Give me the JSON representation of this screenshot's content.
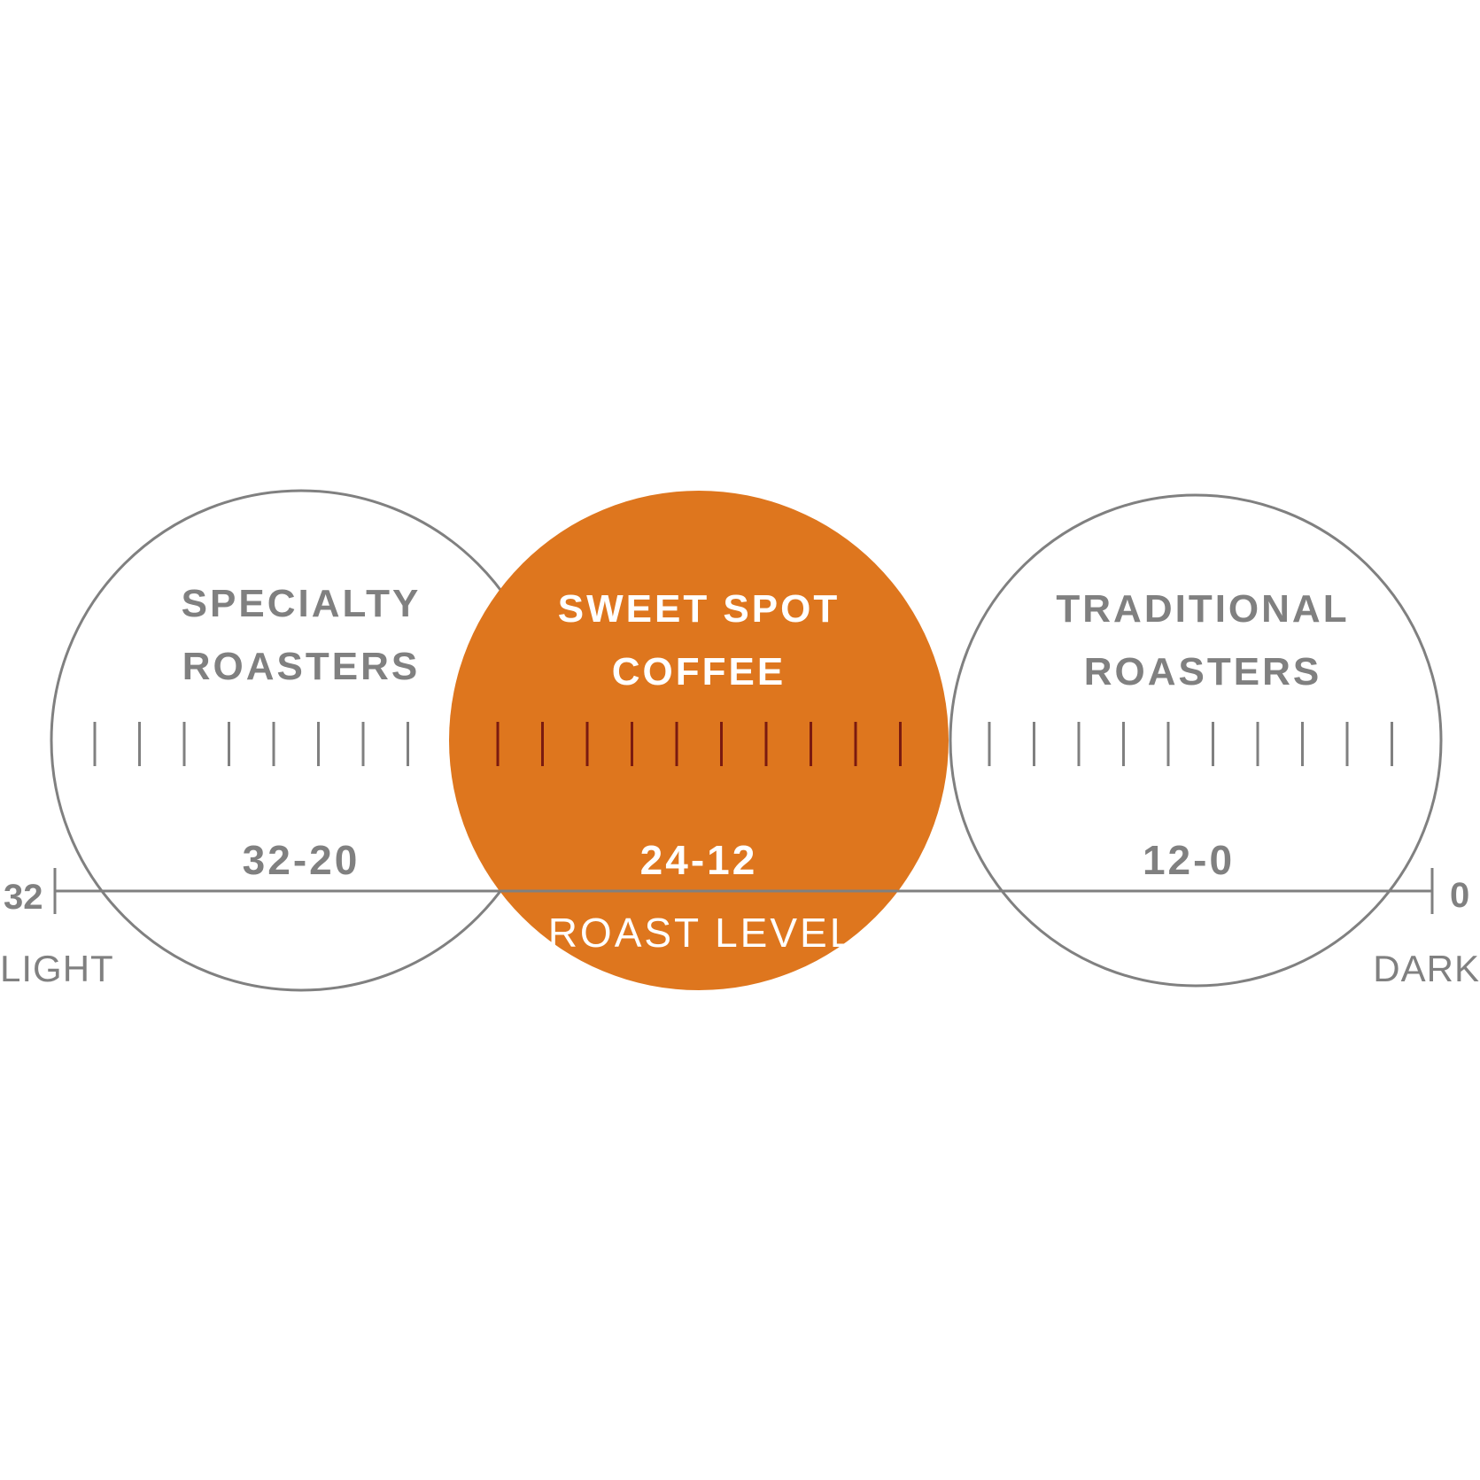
{
  "colors": {
    "gray": "#808080",
    "accent": "#DE761E",
    "accent_tick": "#7A1A10",
    "white": "#ffffff"
  },
  "circles": [
    {
      "id": "specialty",
      "title_line1": "SPECIALTY",
      "title_line2": "ROASTERS",
      "range": "32-20",
      "filled": false,
      "ticks": 8
    },
    {
      "id": "sweet-spot",
      "title_line1": "SWEET SPOT",
      "title_line2": "COFFEE",
      "range": "24-12",
      "filled": true,
      "ticks": 10
    },
    {
      "id": "traditional",
      "title_line1": "TRADITIONAL",
      "title_line2": "ROASTERS",
      "range": "12-0",
      "filled": false,
      "ticks": 10
    }
  ],
  "axis": {
    "left_value": "32",
    "right_value": "0",
    "left_label": "LIGHT",
    "right_label": "DARK",
    "center_label": "ROAST LEVEL"
  }
}
